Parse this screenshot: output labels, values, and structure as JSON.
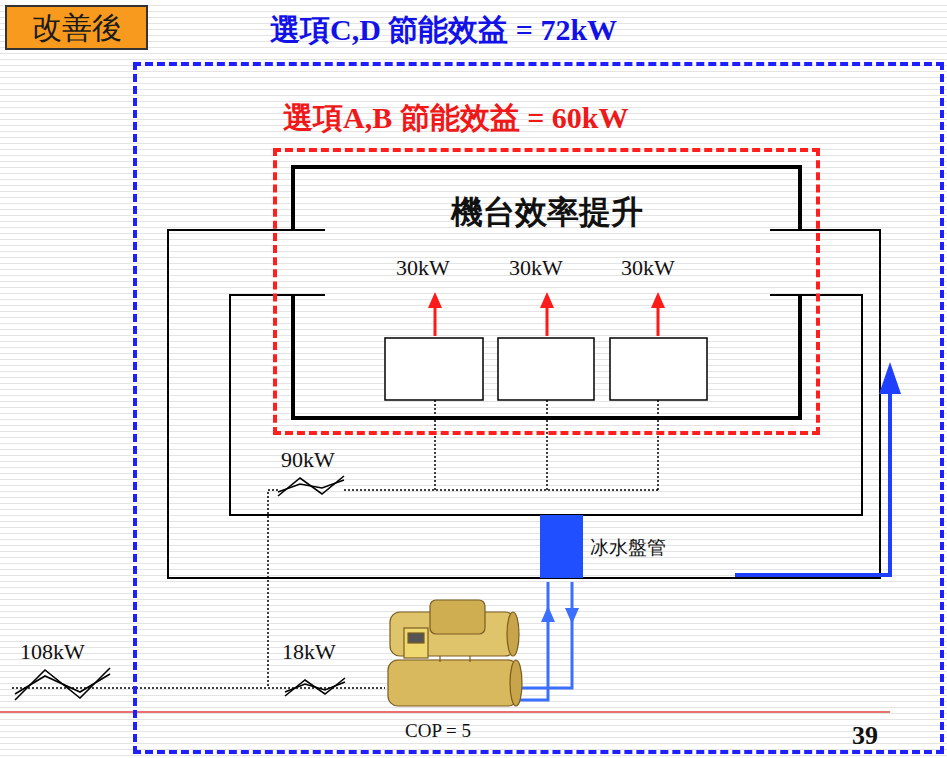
{
  "diagram": {
    "nodes": [
      {
        "text": [
          "改善後"
        ]
      },
      {
        "text": [
          "選項C,D 節能效益 = 72kW"
        ]
      },
      {
        "text": [
          "選項A,B 節能效益 = 60kW"
        ],
        "in": 1
      },
      {
        "text": [
          "機台效率提升"
        ],
        "in": 2
      }
    ],
    "labels": [
      "30kW",
      "30kW",
      "30kW",
      "90kW",
      "冰水盤管",
      "108kW",
      "18kW",
      "COP = 5",
      "39"
    ]
  }
}
